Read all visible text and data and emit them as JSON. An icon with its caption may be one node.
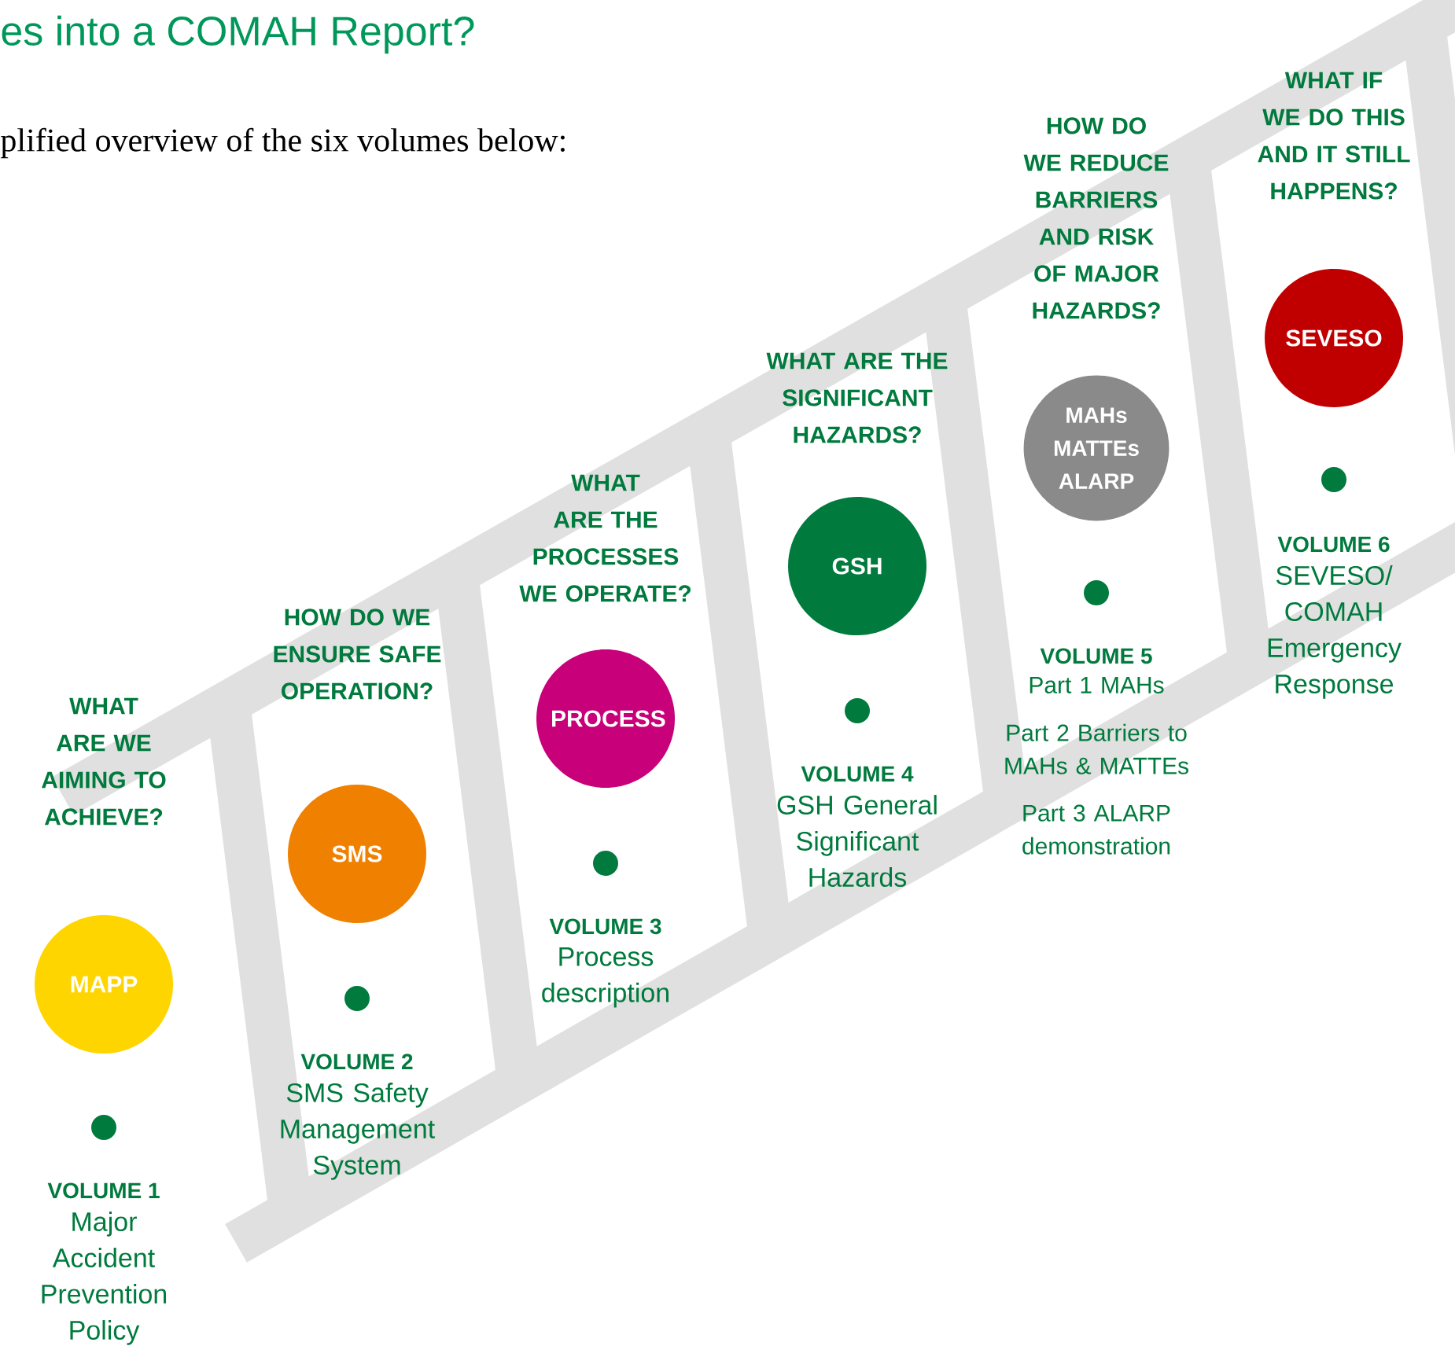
{
  "diagram": {
    "title": "es into a COMAH Report?",
    "nodes": [
      {
        "text": [
          "MAPP"
        ],
        "beside": [
          "WHAT ARE WE AIMING TO ACHIEVE?",
          "VOLUME 1",
          "Major Accident Prevention Policy"
        ]
      },
      {
        "text": [
          "SMS"
        ],
        "beside": [
          "HOW DO WE ENSURE SAFE OPERATION?",
          "VOLUME 2",
          "SMS Safety Management System"
        ]
      },
      {
        "text": [
          "PROCESS"
        ],
        "beside": [
          "WHAT ARE THE PROCESSES WE OPERATE?",
          "VOLUME 3",
          "Process description"
        ]
      },
      {
        "text": [
          "GSH"
        ],
        "beside": [
          "WHAT ARE THE SIGNIFICANT HAZARDS?",
          "VOLUME 4",
          "GSH General Significant Hazards"
        ]
      },
      {
        "text": [
          "MAHs MATTEs ALARP"
        ],
        "beside": [
          "HOW DO WE REDUCE BARRIERS AND RISK OF MAJOR HAZARDS?",
          "VOLUME 5",
          "Part 1 MAHs",
          "Part 2 Barriers to MAHs & MATTEs",
          "Part 3 ALARP demonstration"
        ]
      },
      {
        "text": [
          "SEVESO"
        ],
        "beside": [
          "WHAT IF WE DO THIS AND IT STILL HAPPENS?",
          "VOLUME 6",
          "SEVESO/ COMAH Emergency Response"
        ]
      }
    ],
    "labels": [
      "plified overview of the six volumes below:"
    ]
  }
}
